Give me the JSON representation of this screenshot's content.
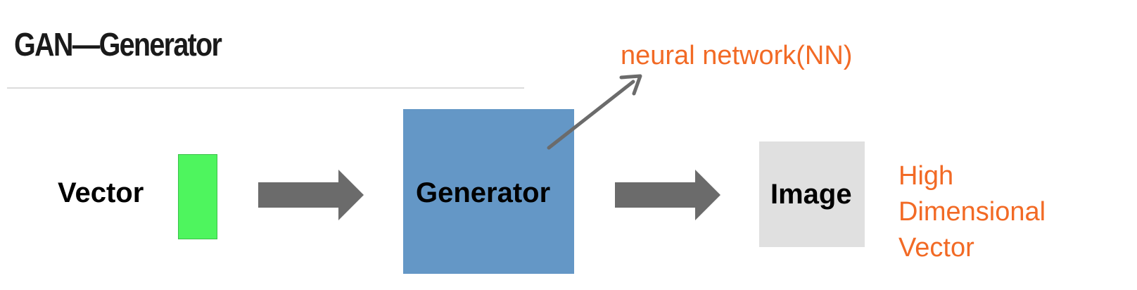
{
  "title": "GAN—Generator",
  "input": {
    "label": "Vector",
    "color": "#4ef55e"
  },
  "generator": {
    "label": "Generator",
    "color": "#6497c6"
  },
  "output": {
    "label": "Image",
    "color": "#e0e0e0"
  },
  "annotations": {
    "nn": "neural network(NN)",
    "output_desc": [
      "High",
      "Dimensional",
      "Vector"
    ],
    "color": "#f26a25"
  },
  "arrow_color": "#6b6b6b"
}
